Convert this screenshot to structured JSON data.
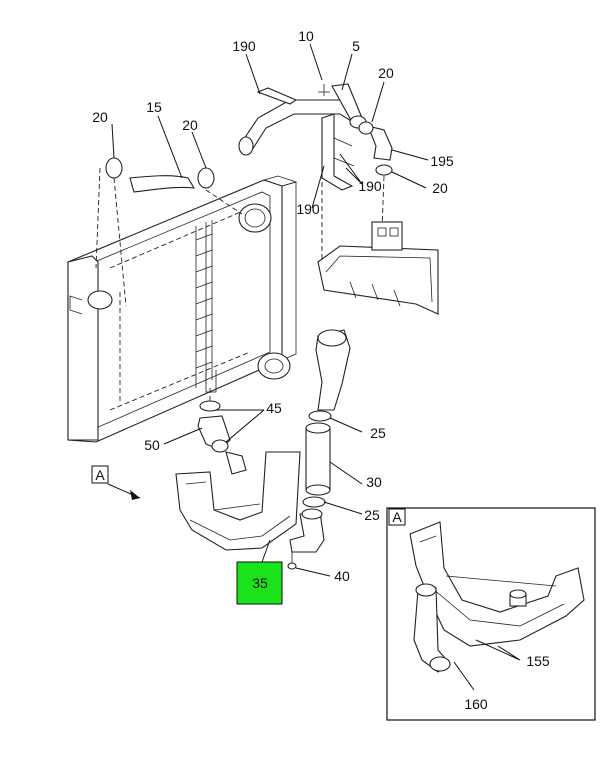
{
  "callouts": {
    "c190a": "190",
    "c10": "10",
    "c5": "5",
    "c20a": "20",
    "c15": "15",
    "c20b": "20",
    "c20c": "20",
    "c195": "195",
    "c190b": "190",
    "c20d": "20",
    "c190c": "190",
    "c45": "45",
    "c50": "50",
    "c25a": "25",
    "c30": "30",
    "c25b": "25",
    "c40": "40",
    "c35": "35",
    "c155": "155",
    "c160": "160"
  },
  "view_markers": {
    "main": "A",
    "detail": "A"
  },
  "colors": {
    "highlight": "#1be31b",
    "line": "#111111"
  }
}
